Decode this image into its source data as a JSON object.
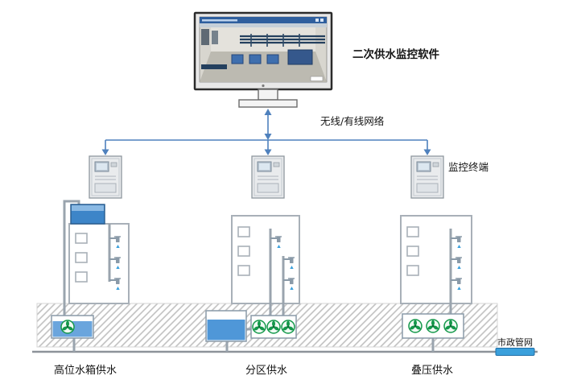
{
  "labels": {
    "software": "二次供水监控软件",
    "network": "无线/有线网络",
    "terminal": "监控终端",
    "municipal_pipe": "市政管网",
    "system_left": "高位水箱供水",
    "system_middle": "分区供水",
    "system_right": "叠压供水"
  },
  "colors": {
    "network_blue": "#4f81bd",
    "pipe_gray": "#9aa4ae",
    "water_blue": "#4f97d8",
    "tank_blue": "#3d85c8",
    "pump_green": "#13984a",
    "building_gray": "#a8b0b8",
    "municipal_blue": "#3aa0dc",
    "screen_titlebar_blue": "#2f5f9e"
  }
}
